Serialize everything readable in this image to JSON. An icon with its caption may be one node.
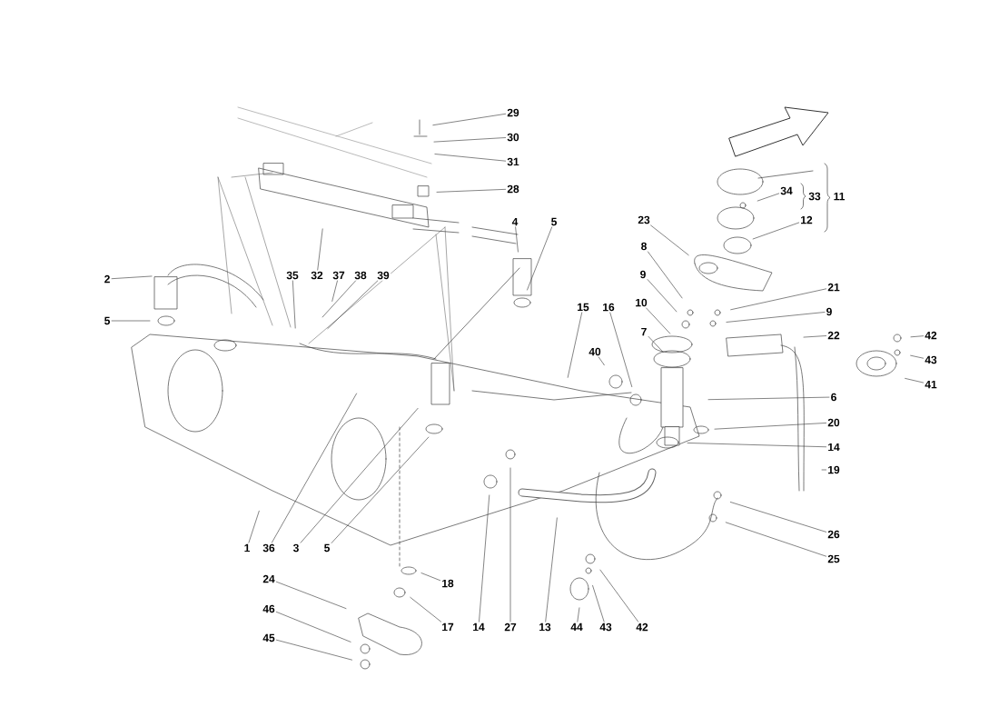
{
  "diagram": {
    "nodes": [
      {
        "text": [
          "29"
        ]
      },
      {
        "text": [
          "30"
        ]
      },
      {
        "text": [
          "31"
        ]
      },
      {
        "text": [
          "28"
        ]
      },
      {
        "text": [
          "34"
        ]
      },
      {
        "text": [
          "33"
        ]
      },
      {
        "text": [
          "11"
        ]
      },
      {
        "text": [
          "12"
        ]
      },
      {
        "text": [
          "23"
        ]
      },
      {
        "text": [
          "4"
        ]
      },
      {
        "text": [
          "5"
        ]
      },
      {
        "text": [
          "8"
        ]
      },
      {
        "text": [
          "35"
        ]
      },
      {
        "text": [
          "32"
        ]
      },
      {
        "text": [
          "37"
        ]
      },
      {
        "text": [
          "38"
        ]
      },
      {
        "text": [
          "39"
        ]
      },
      {
        "text": [
          "2"
        ]
      },
      {
        "text": [
          "9"
        ]
      },
      {
        "text": [
          "21"
        ]
      },
      {
        "text": [
          "10"
        ]
      },
      {
        "text": [
          "15"
        ]
      },
      {
        "text": [
          "16"
        ]
      },
      {
        "text": [
          "9"
        ]
      },
      {
        "text": [
          "5"
        ]
      },
      {
        "text": [
          "7"
        ]
      },
      {
        "text": [
          "22"
        ]
      },
      {
        "text": [
          "42"
        ]
      },
      {
        "text": [
          "40"
        ]
      },
      {
        "text": [
          "43"
        ]
      },
      {
        "text": [
          "41"
        ]
      },
      {
        "text": [
          "6"
        ]
      },
      {
        "text": [
          "20"
        ]
      },
      {
        "text": [
          "14"
        ]
      },
      {
        "text": [
          "19"
        ]
      },
      {
        "text": [
          "26"
        ]
      },
      {
        "text": [
          "1"
        ]
      },
      {
        "text": [
          "36"
        ]
      },
      {
        "text": [
          "3"
        ]
      },
      {
        "text": [
          "5"
        ]
      },
      {
        "text": [
          "25"
        ]
      },
      {
        "text": [
          "24"
        ]
      },
      {
        "text": [
          "18"
        ]
      },
      {
        "text": [
          "46"
        ]
      },
      {
        "text": [
          "14"
        ]
      },
      {
        "text": [
          "27"
        ]
      },
      {
        "text": [
          "13"
        ]
      },
      {
        "text": [
          "44"
        ]
      },
      {
        "text": [
          "43"
        ]
      },
      {
        "text": [
          "42"
        ]
      },
      {
        "text": [
          "17"
        ]
      },
      {
        "text": [
          "45"
        ]
      }
    ],
    "edges": [
      {
        "from": 0,
        "to": null,
        "arrow": "none"
      },
      {
        "from": 1,
        "to": null,
        "arrow": "none"
      },
      {
        "from": 2,
        "to": null,
        "arrow": "none"
      },
      {
        "from": 3,
        "to": null,
        "arrow": "none"
      },
      {
        "from": 4,
        "to": null,
        "arrow": "none"
      },
      {
        "from": 7,
        "to": null,
        "arrow": "none"
      },
      {
        "from": 8,
        "to": null,
        "arrow": "none"
      },
      {
        "from": 9,
        "to": null,
        "arrow": "none"
      },
      {
        "from": 10,
        "to": null,
        "arrow": "none"
      },
      {
        "from": 11,
        "to": null,
        "arrow": "none"
      },
      {
        "from": 12,
        "to": null,
        "arrow": "none"
      },
      {
        "from": 13,
        "to": null,
        "arrow": "none"
      },
      {
        "from": 14,
        "to": null,
        "arrow": "none"
      },
      {
        "from": 15,
        "to": null,
        "arrow": "none"
      },
      {
        "from": 16,
        "to": null,
        "arrow": "none"
      },
      {
        "from": 17,
        "to": null,
        "arrow": "none"
      },
      {
        "from": 18,
        "to": null,
        "arrow": "none"
      },
      {
        "from": 19,
        "to": null,
        "arrow": "none"
      },
      {
        "from": 20,
        "to": null,
        "arrow": "none"
      },
      {
        "from": 21,
        "to": null,
        "arrow": "none"
      },
      {
        "from": 22,
        "to": null,
        "arrow": "none"
      },
      {
        "from": 23,
        "to": null,
        "arrow": "none"
      },
      {
        "from": 24,
        "to": null,
        "arrow": "none"
      },
      {
        "from": 25,
        "to": null,
        "arrow": "none"
      },
      {
        "from": 26,
        "to": null,
        "arrow": "none"
      },
      {
        "from": 27,
        "to": null,
        "arrow": "none"
      },
      {
        "from": 28,
        "to": null,
        "arrow": "none"
      },
      {
        "from": 29,
        "to": null,
        "arrow": "none"
      },
      {
        "from": 30,
        "to": null,
        "arrow": "none"
      },
      {
        "from": 31,
        "to": null,
        "arrow": "none"
      },
      {
        "from": 32,
        "to": null,
        "arrow": "none"
      },
      {
        "from": 33,
        "to": null,
        "arrow": "none"
      },
      {
        "from": 34,
        "to": null,
        "arrow": "none"
      },
      {
        "from": 35,
        "to": null,
        "arrow": "none"
      },
      {
        "from": 36,
        "to": null,
        "arrow": "none"
      },
      {
        "from": 37,
        "to": null,
        "arrow": "none"
      },
      {
        "from": 38,
        "to": null,
        "arrow": "none"
      },
      {
        "from": 39,
        "to": null,
        "arrow": "none"
      },
      {
        "from": 40,
        "to": null,
        "arrow": "none"
      },
      {
        "from": 41,
        "to": null,
        "arrow": "none"
      },
      {
        "from": 42,
        "to": null,
        "arrow": "none"
      },
      {
        "from": 43,
        "to": null,
        "arrow": "none"
      },
      {
        "from": 44,
        "to": null,
        "arrow": "none"
      },
      {
        "from": 45,
        "to": null,
        "arrow": "none"
      },
      {
        "from": 46,
        "to": null,
        "arrow": "none"
      },
      {
        "from": 47,
        "to": null,
        "arrow": "none"
      },
      {
        "from": 48,
        "to": null,
        "arrow": "none"
      },
      {
        "from": 49,
        "to": null,
        "arrow": "none"
      },
      {
        "from": 50,
        "to": null,
        "arrow": "none"
      },
      {
        "from": 51,
        "to": null,
        "arrow": "none"
      }
    ]
  }
}
